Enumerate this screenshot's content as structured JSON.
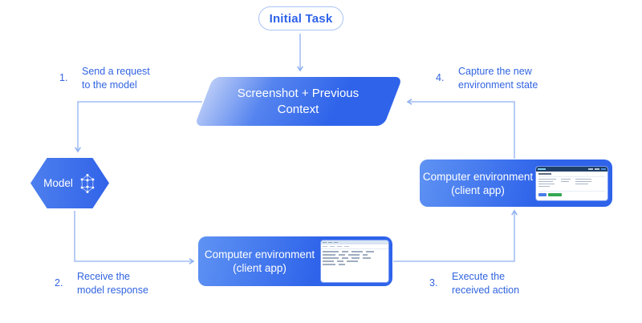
{
  "colors": {
    "accent_blue": "#2e63e8",
    "label_blue": "#3164e0",
    "arrow_blue": "#8fb0f2",
    "pill_border": "#a9c4f5",
    "node_blue": "#2e63ea",
    "node_blue_light": "#b9cbf7",
    "box_blue_light": "#5f93f3",
    "thumb_green": "#34a853",
    "thumb_header_navy": "#1f3f66"
  },
  "nodes": {
    "initial_task": {
      "label": "Initial Task"
    },
    "screenshot_context": {
      "line1": "Screenshot + Previous",
      "line2": "Context"
    },
    "model": {
      "label": "Model"
    },
    "env_bottom": {
      "line1": "Computer environment",
      "line2": "(client app)"
    },
    "env_right": {
      "line1": "Computer environment",
      "line2": "(client app)"
    }
  },
  "steps": [
    {
      "number": "1.",
      "line1": "Send a request",
      "line2": "to the model"
    },
    {
      "number": "2.",
      "line1": "Receive the",
      "line2": "model response"
    },
    {
      "number": "3.",
      "line1": "Execute the",
      "line2": "received action"
    },
    {
      "number": "4.",
      "line1": "Capture the new",
      "line2": "environment state"
    }
  ],
  "icons": {
    "model_icon": "neural-network-graph",
    "env_bottom_thumb": "file-manager-window-screenshot",
    "env_right_thumb": "web-app-window-screenshot"
  }
}
